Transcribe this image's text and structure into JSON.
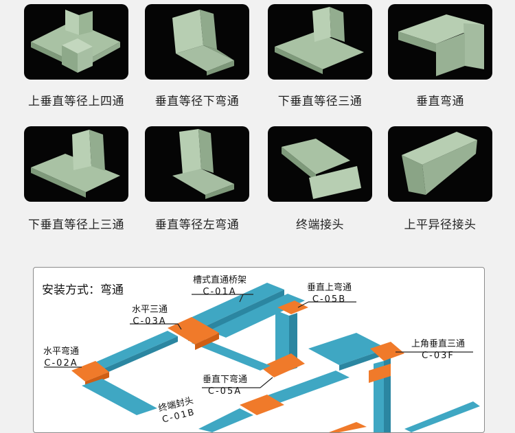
{
  "products": [
    {
      "name": "上垂直等径上四通",
      "icon": "vertical-up-equal-cross-tray-icon"
    },
    {
      "name": "垂直等径下弯通",
      "icon": "vertical-equal-down-elbow-tray-icon"
    },
    {
      "name": "下垂直等径三通",
      "icon": "vertical-down-equal-tee-tray-icon"
    },
    {
      "name": "垂直弯通",
      "icon": "vertical-elbow-tray-icon"
    },
    {
      "name": "下垂直等径上三通",
      "icon": "vertical-down-equal-up-tee-tray-icon"
    },
    {
      "name": "垂直等径左弯通",
      "icon": "vertical-equal-left-elbow-tray-icon"
    },
    {
      "name": "终端接头",
      "icon": "end-connector-tray-icon"
    },
    {
      "name": "上平异径接头",
      "icon": "top-flat-reducer-tray-icon"
    }
  ],
  "diagram": {
    "title": "安装方式：弯通",
    "labels": [
      {
        "name": "槽式直通桥架",
        "code": "C-01A"
      },
      {
        "name": "垂直上弯通",
        "code": "C-05B"
      },
      {
        "name": "水平三通",
        "code": "C-03A"
      },
      {
        "name": "上角垂直三通",
        "code": "C-03F"
      },
      {
        "name": "水平弯通",
        "code": "C-02A"
      },
      {
        "name": "垂直下弯通",
        "code": "C-05A"
      },
      {
        "name": "终端封头",
        "code": "C-01B"
      }
    ],
    "colors": {
      "tray": "#3fa7c3",
      "tray_dark": "#2b86a1",
      "fitting": "#f07a2a",
      "fitting_dark": "#cf5e14",
      "leader": "#222222"
    }
  }
}
